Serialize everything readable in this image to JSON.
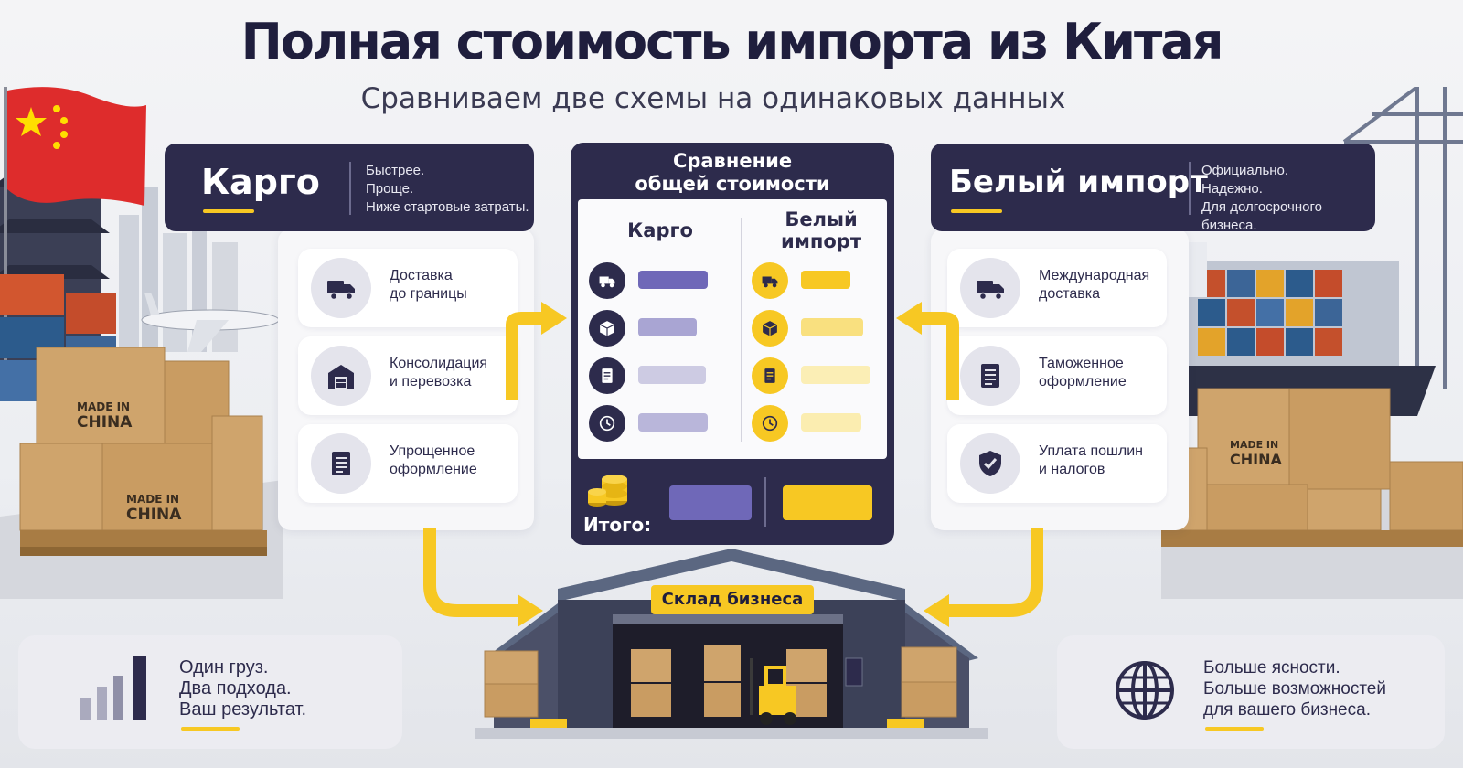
{
  "header": {
    "title": "Полная стоимость импорта из Китая",
    "subtitle": "Сравниваем две схемы на одинаковых данных"
  },
  "colors": {
    "navy": "#2d2b4c",
    "accent_yellow": "#f7c823",
    "cargo_purple": "#6f68b8",
    "panel_bg": "#f7f7f9"
  },
  "cargo": {
    "title": "Карго",
    "notes": [
      "Быстрее.",
      "Проще.",
      "Ниже стартовые затраты."
    ],
    "items": [
      {
        "icon": "truck-icon",
        "label": [
          "Доставка",
          "до границы"
        ]
      },
      {
        "icon": "warehouse-icon",
        "label": [
          "Консолидация",
          "и перевозка"
        ]
      },
      {
        "icon": "document-icon",
        "label": [
          "Упрощенное",
          "оформление"
        ]
      }
    ]
  },
  "white_import": {
    "title": "Белый импорт",
    "notes": [
      "Официально.",
      "Надежно.",
      "Для долгосрочного бизнеса."
    ],
    "items": [
      {
        "icon": "truck-icon",
        "label": [
          "Международная",
          "доставка"
        ]
      },
      {
        "icon": "document-icon",
        "label": [
          "Таможенное",
          "оформление"
        ]
      },
      {
        "icon": "shield-check-icon",
        "label": [
          "Уплата пошлин",
          "и налогов"
        ]
      }
    ]
  },
  "comparison": {
    "title": [
      "Сравнение",
      "общей стоимости"
    ],
    "col_cargo": "Карго",
    "col_white": [
      "Белый",
      "импорт"
    ],
    "row_icons": [
      "truck-icon",
      "box-icon",
      "document-icon",
      "clock-icon"
    ],
    "total_label": "Итого:"
  },
  "warehouse": {
    "sign": "Склад бизнеса",
    "box_text": [
      "MADE IN",
      "CHINA"
    ]
  },
  "bottom_left": {
    "icon": "bar-chart-icon",
    "lines": [
      "Один груз.",
      "Два подхода.",
      "Ваш результат."
    ]
  },
  "bottom_right": {
    "icon": "globe-icon",
    "lines": [
      "Больше ясности.",
      "Больше возможностей",
      "для вашего бизнеса."
    ]
  }
}
